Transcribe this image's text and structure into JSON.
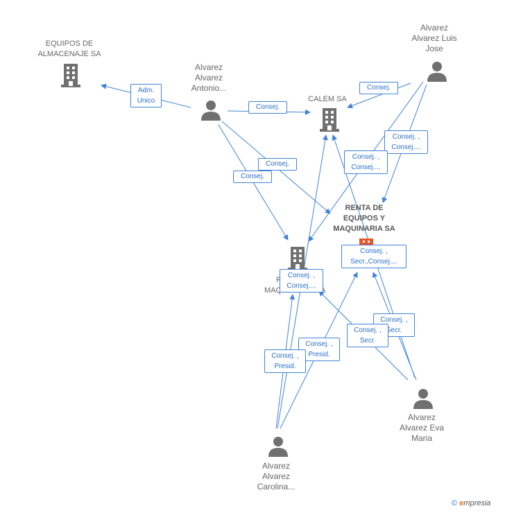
{
  "nodes": {
    "equipos_almacenaje": "EQUIPOS DE\nALMACENAJE SA",
    "alvarez_antonio": "Alvarez\nAlvarez\nAntonio...",
    "calem": "CALEM SA",
    "alvarez_luis": "Alvarez\nAlvarez Luis\nJose",
    "renta": "RENTA DE\nEQUIPOS Y\nMAQUINARIA SA",
    "maquinaria_partial_a": "R",
    "maquinaria_partial_b": "MAQU",
    "maquinaria_partial_c": "A",
    "alvarez_eva": "Alvarez\nAlvarez Eva\nMaria",
    "alvarez_carolina": "Alvarez\nAlvarez\nCarolina..."
  },
  "edges": {
    "adm_unico": "Adm.\nUnico",
    "consej_antonio_calem": "Consej.",
    "consej_luis_calem": "Consej.",
    "consej_consej_luis_renta": "Consej. ,\nConsej....",
    "consej_consej_center": "Consej. ,\nConsej....",
    "consej_antonio_renta": "Consej.",
    "consej_antonio_maq": "Consej.",
    "renta_box": "Consej. ,\nSecr.,Consej....",
    "maq_box": "Consej. ,\nConsej....",
    "eva_consej_secr_a": "Consej. ,\nSecr.",
    "eva_consej_secr_b": "Consej. ,\nSecr.",
    "carolina_presid_a": "Consej. ,\nPresid.",
    "carolina_presid_b": "Consej. ,\nPresid."
  },
  "footer": {
    "copyright": "©",
    "brand_e": "e",
    "brand_rest": "mpresia"
  },
  "colors": {
    "line": "#3f83d6",
    "icon": "#707070",
    "highlight": "#e8552a"
  }
}
